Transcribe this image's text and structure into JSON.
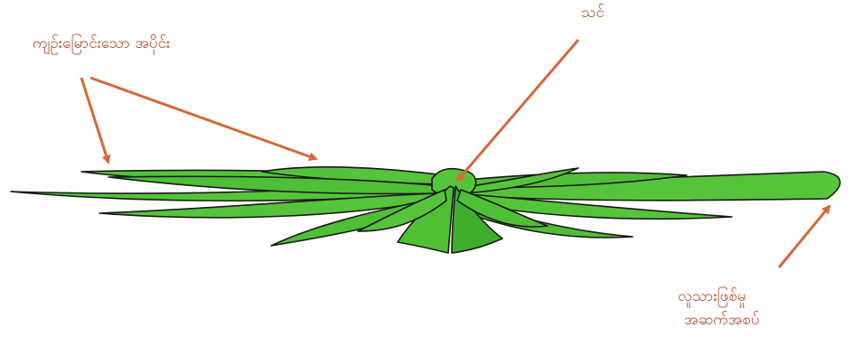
{
  "labels": {
    "narrow_part": "ကျဉ်းမြောင်းသော အပိုင်း",
    "crown": "သင်",
    "leaf_attachment_line1": "လူသားဖြစ်မှု",
    "leaf_attachment_line2": "အဆက်အစပ်"
  },
  "colors": {
    "leaf_fill": "#55c43a",
    "leaf_dark": "#3a9c2a",
    "leaf_outline": "#1a1a1a",
    "arrow": "#d4693a",
    "label_text": "#b04a2a"
  }
}
